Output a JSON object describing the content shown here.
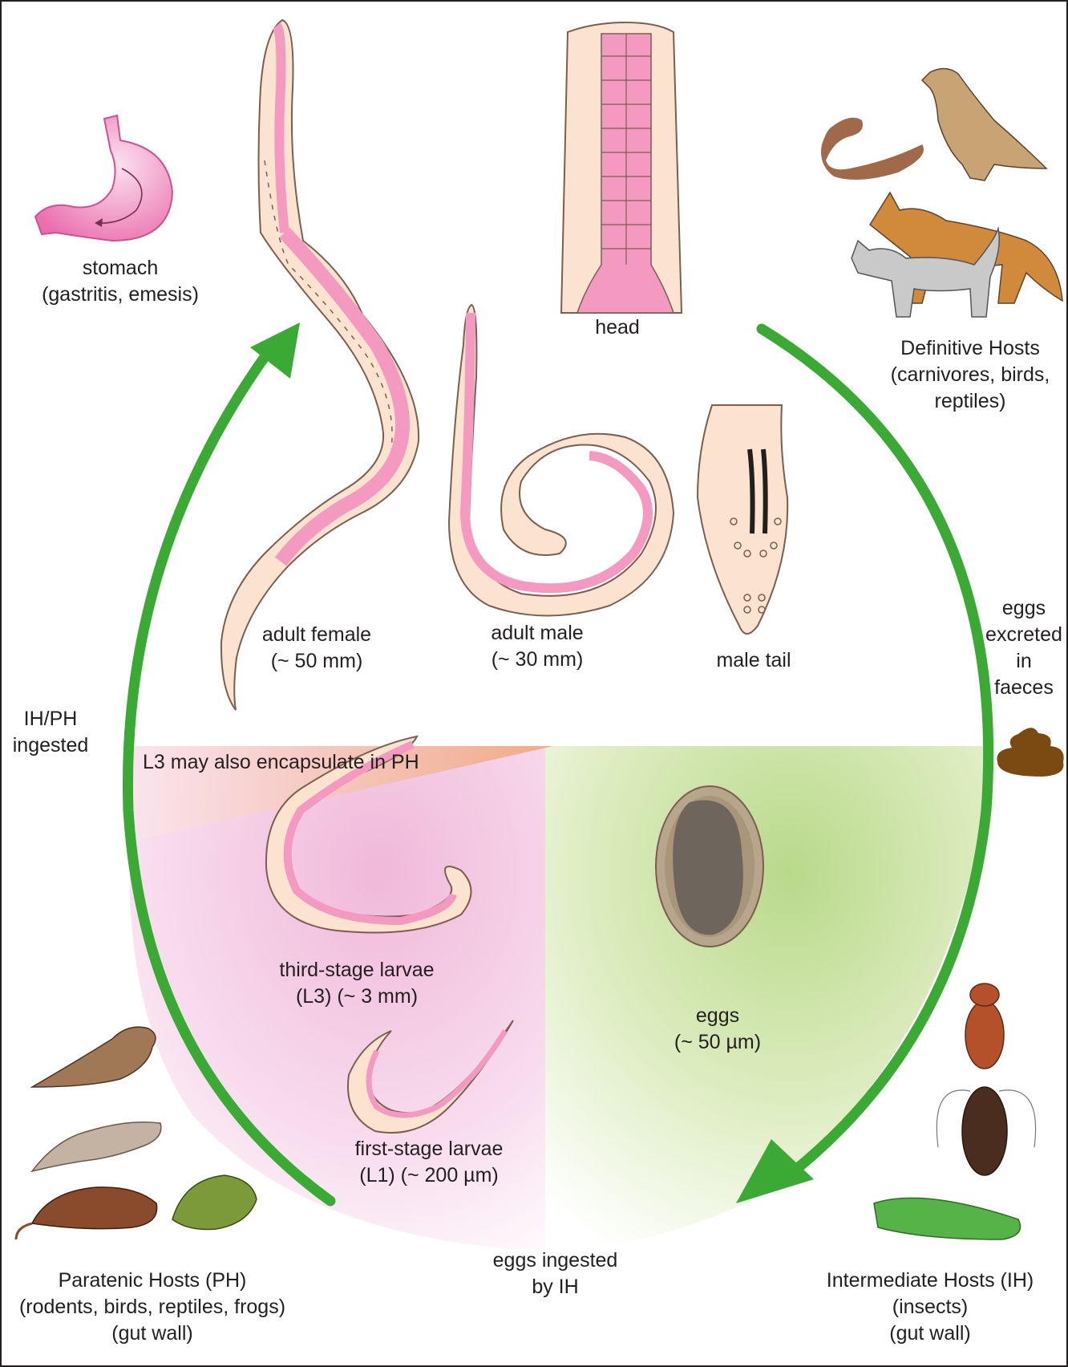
{
  "labels": {
    "stomach": [
      "stomach",
      "(gastritis, emesis)"
    ],
    "head": "head",
    "definitive_hosts": [
      "Definitive Hosts",
      "(carnivores, birds,",
      "reptiles)"
    ],
    "adult_female": [
      "adult female",
      "(~ 50 mm)"
    ],
    "adult_male": [
      "adult male",
      "(~ 30 mm)"
    ],
    "male_tail": "male tail",
    "eggs_excreted": [
      "eggs",
      "excreted",
      "in",
      "faeces"
    ],
    "ih_ph_ingested": [
      "IH/PH",
      "ingested"
    ],
    "l3_encapsulate": "L3 may also encapsulate in PH",
    "third_stage": [
      "third-stage larvae",
      "(L3) (~ 3 mm)"
    ],
    "first_stage": [
      "first-stage larvae",
      "(L1) (~ 200 µm)"
    ],
    "eggs": [
      "eggs",
      "(~ 50 µm)"
    ],
    "eggs_ingested": [
      "eggs ingested",
      "by IH"
    ],
    "paratenic_hosts": [
      "Paratenic Hosts (PH)",
      "(rodents, birds, reptiles, frogs)",
      "(gut wall)"
    ],
    "intermediate_hosts": [
      "Intermediate Hosts (IH)",
      "(insects)",
      "(gut wall)"
    ]
  },
  "colors": {
    "cycle_arrow": "#3aaa35",
    "worm_body": "#fbe3cf",
    "worm_gut": "#f49ac1",
    "worm_outline": "#7b5e4f",
    "larvae_bg": "#f4c6df",
    "egg_bg": "#d7e9a8",
    "encapsulate_band": "#f3b08c",
    "egg_shell": "#b7a58c",
    "egg_core": "#6e665d"
  },
  "icons": [
    "stomach-icon",
    "snake-icon",
    "eagle-icon",
    "fox-icon",
    "cat-icon",
    "faeces-icon",
    "sparrow-icon",
    "gecko-icon",
    "rat-icon",
    "frog-icon",
    "beetle-icon",
    "cockroach-icon",
    "grasshopper-icon"
  ]
}
